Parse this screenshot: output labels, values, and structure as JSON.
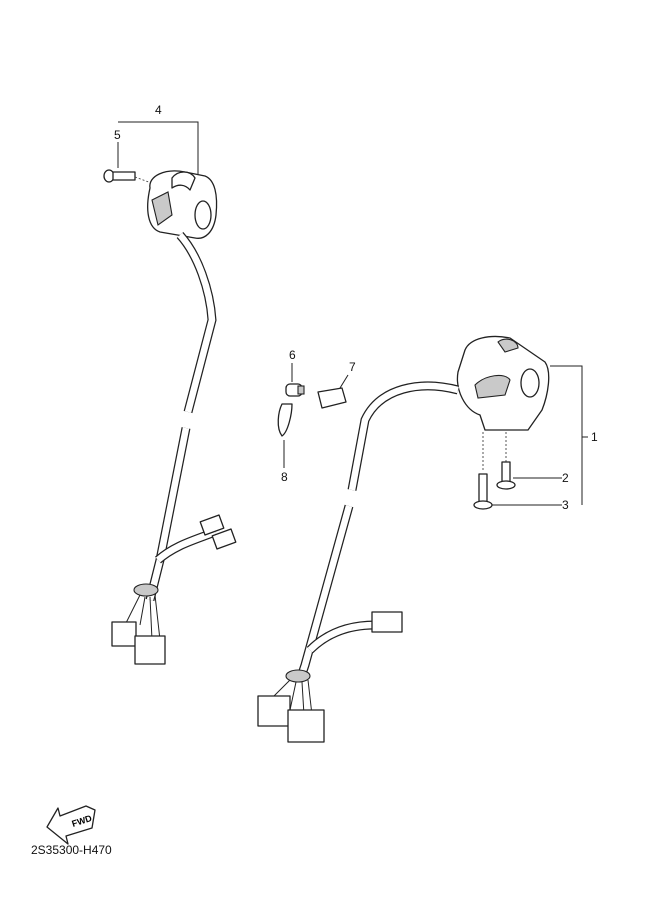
{
  "callouts": [
    {
      "number": "1"
    },
    {
      "number": "2"
    },
    {
      "number": "3"
    },
    {
      "number": "4"
    },
    {
      "number": "5"
    },
    {
      "number": "6"
    },
    {
      "number": "7"
    },
    {
      "number": "8"
    }
  ],
  "fwd_arrow": {
    "text": "FWD"
  },
  "diagram_code": "2S35300-H470"
}
